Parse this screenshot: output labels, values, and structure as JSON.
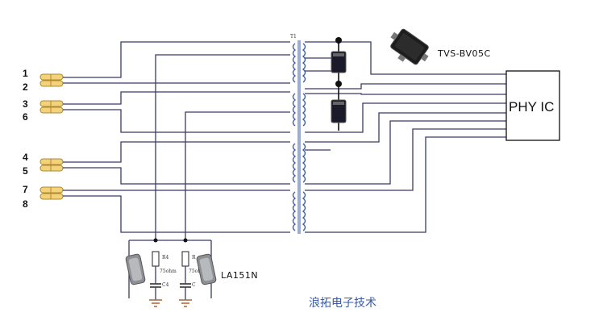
{
  "pins": [
    "1",
    "2",
    "3",
    "6",
    "4",
    "5",
    "7",
    "8"
  ],
  "transformer_label": "T1",
  "tvs_label": "TVS-BV05C",
  "phy_label": "PHY IC",
  "la_label": "LA151N",
  "resistor_labels": [
    "R4",
    "R"
  ],
  "resistor_values": [
    "75ohm",
    "75oh"
  ],
  "capacitor_labels": [
    "C4",
    "C"
  ],
  "watermark": "浪拓电子技术",
  "colors": {
    "wire": "#3a3a6a",
    "coil": "#3a5aa8",
    "connector": "#f2d27a",
    "watermark": "#3a5aa8"
  }
}
